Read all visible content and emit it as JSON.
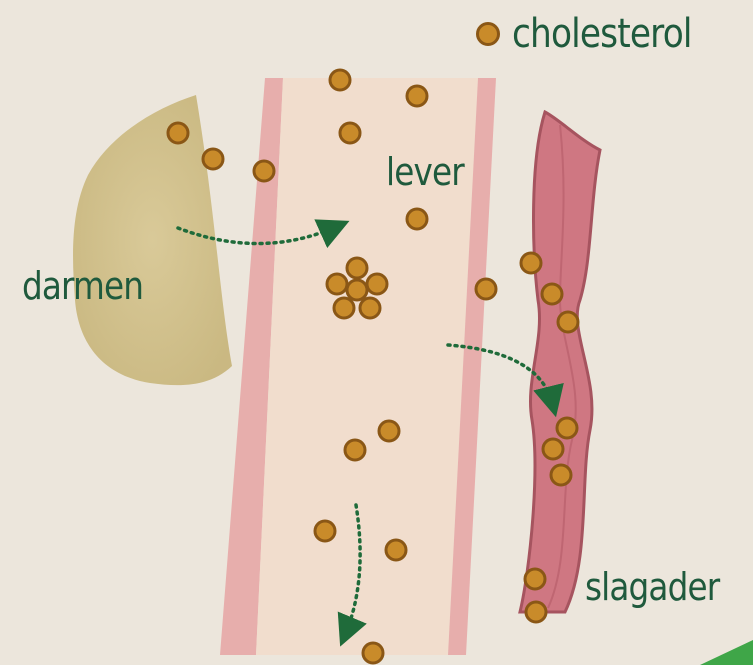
{
  "legend": {
    "label": "cholesterol",
    "icon": "cholesterol-dot-icon"
  },
  "labels": {
    "darmen": "darmen",
    "lever": "lever",
    "slagader": "slagader"
  },
  "colors": {
    "background": "#ece6dc",
    "intestine": "#d2c18d",
    "liver": "#f1dccb",
    "liver_edge": "#e7a7a6",
    "artery": "#c96d78",
    "cholesterol": "#c98b2a",
    "arrow": "#1f6b3a",
    "text": "#1f5a3d"
  },
  "arrows": [
    {
      "from": "darmen",
      "to": "lever"
    },
    {
      "from": "lever",
      "to": "slagader"
    },
    {
      "from": "lever",
      "to": "lever"
    }
  ]
}
